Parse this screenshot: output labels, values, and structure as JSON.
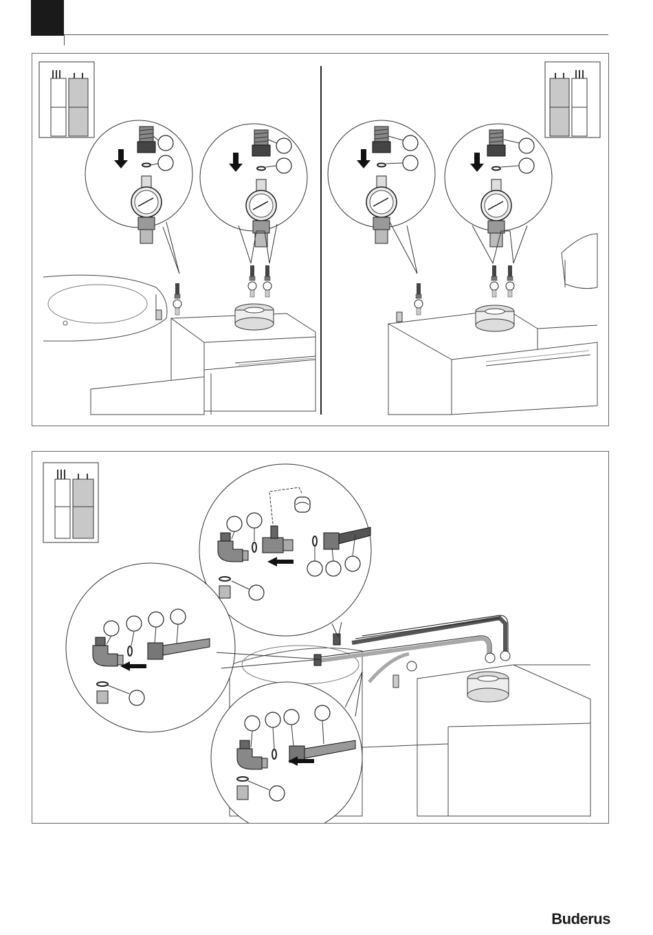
{
  "brand": {
    "name": "Buderus"
  },
  "colors": {
    "ink": "#1a1a1a",
    "unit_fill": "#c8c8c8",
    "pipe_dark": "#555555",
    "pipe_light": "#a8a8a8",
    "fitting": "#777777"
  },
  "figures": [
    {
      "id": "top-left",
      "icon": "boiler-unit-icon",
      "highlight": "right-unit",
      "callouts": 4
    },
    {
      "id": "top-right",
      "icon": "boiler-unit-icon",
      "highlight": "left-unit",
      "callouts": 4
    },
    {
      "id": "bottom",
      "icon": "boiler-unit-icon",
      "highlight": "right-unit",
      "callouts": 18
    }
  ]
}
